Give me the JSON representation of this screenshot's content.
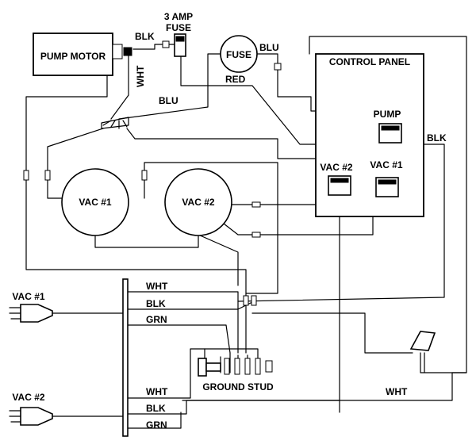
{
  "colors": {
    "line": "#000000",
    "background": "#ffffff"
  },
  "components": {
    "pump_motor": "PUMP MOTOR",
    "fuse_rating_line1": "3 AMP",
    "fuse_rating_line2": "FUSE",
    "fuse": "FUSE",
    "control_panel": "CONTROL PANEL",
    "switch_pump": "PUMP",
    "switch_vac2": "VAC #2",
    "switch_vac1": "VAC #1",
    "motor_vac1": "VAC #1",
    "motor_vac2": "VAC #2",
    "ground_stud": "GROUND STUD",
    "plug_vac1": "VAC #1",
    "plug_vac2": "VAC #2"
  },
  "wires": {
    "pump_blk": "BLK",
    "pump_wht": "WHT",
    "fuse_blu": "BLU",
    "red": "RED",
    "blu": "BLU",
    "panel_blk": "BLK",
    "cord1_wht": "WHT",
    "cord1_blk": "BLK",
    "cord1_grn": "GRN",
    "cord2_wht": "WHT",
    "cord2_blk": "BLK",
    "cord2_grn": "GRN",
    "bottom_wht": "WHT"
  }
}
